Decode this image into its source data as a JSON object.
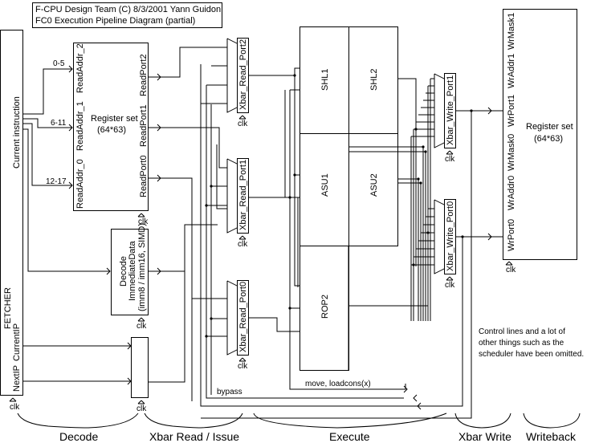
{
  "header": {
    "line1": "F-CPU Design Team  (C)  8/3/2001  Yann Guidon",
    "line2": "FC0 Execution Pipeline Diagram (partial)"
  },
  "fetcher": {
    "label": "FETCHER",
    "current_instruction": "Current instruction",
    "current_ip": "CurrentIP",
    "next_ip": "NextIP",
    "clk": "clk"
  },
  "register_read": {
    "title": "Register set",
    "size": "(64*63)",
    "read_addr": [
      "ReadAddr_2",
      "ReadAddr_1",
      "ReadAddr_0"
    ],
    "read_port": [
      "ReadPort2",
      "ReadPort1",
      "ReadPort0"
    ],
    "bit_ranges": [
      "0-5",
      "6-11",
      "12-17"
    ],
    "clk": "clk"
  },
  "decode": {
    "line1": "Decode",
    "line2": "ImmediateData",
    "line3": "(imm8 / imm16, SIMD)",
    "clk": "clk"
  },
  "ip_latch": {
    "clk": "clk"
  },
  "xbar_read": [
    {
      "label": "Xbar_Read_Port2",
      "clk": "clk"
    },
    {
      "label": "Xbar_Read_Port1",
      "clk": "clk"
    },
    {
      "label": "Xbar_Read_Port0",
      "clk": "clk"
    }
  ],
  "units": {
    "shl1": "SHL1",
    "shl2": "SHL2",
    "asu1": "ASU1",
    "asu2": "ASU2",
    "rop2": "ROP2"
  },
  "xbar_write": [
    {
      "label": "Xbar_Write_Port1",
      "clk": "clk"
    },
    {
      "label": "Xbar_Write_Port0",
      "clk": "clk"
    }
  ],
  "register_write": {
    "title": "Register set",
    "size": "(64*63)",
    "ports_top": [
      "WrPort1",
      "WrAddr1",
      "WrMask1"
    ],
    "ports_bottom": [
      "WrPort0",
      "WrAddr0",
      "WrMask0"
    ],
    "clk": "clk"
  },
  "paths": {
    "move": "move, loadcons(x)",
    "bypass": "bypass"
  },
  "note": {
    "line1": "Control lines and a lot of",
    "line2": "other things such as the",
    "line3": "scheduler have been omitted."
  },
  "stages": [
    "Decode",
    "Xbar Read / Issue",
    "Execute",
    "Xbar Write",
    "Writeback"
  ]
}
